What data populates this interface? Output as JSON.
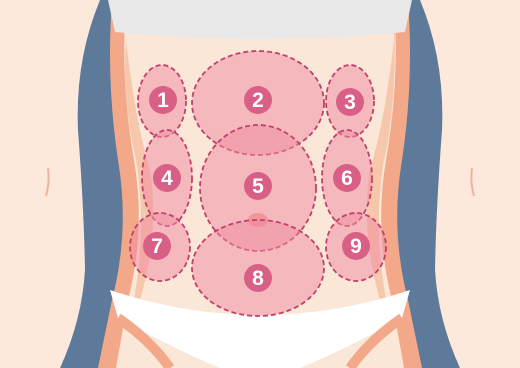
{
  "regions": [
    {
      "number": "1"
    },
    {
      "number": "2"
    },
    {
      "number": "3"
    },
    {
      "number": "4"
    },
    {
      "number": "5"
    },
    {
      "number": "6"
    },
    {
      "number": "7"
    },
    {
      "number": "8"
    },
    {
      "number": "9"
    }
  ],
  "colors": {
    "background": "#ffffff",
    "skin": "#fbe7d8",
    "skin_shade": "#f6c7aa",
    "skin_outline": "#f3a989",
    "arm": "#fde9db",
    "side_background": "#5e7a9a",
    "shirt": "#e8e8e8",
    "underwear": "#ffffff",
    "region_fill": "#f08aa2",
    "region_stroke": "#c2406b",
    "badge": "#d85f85",
    "badge_text": "#ffffff",
    "navel": "#f2a58c"
  }
}
